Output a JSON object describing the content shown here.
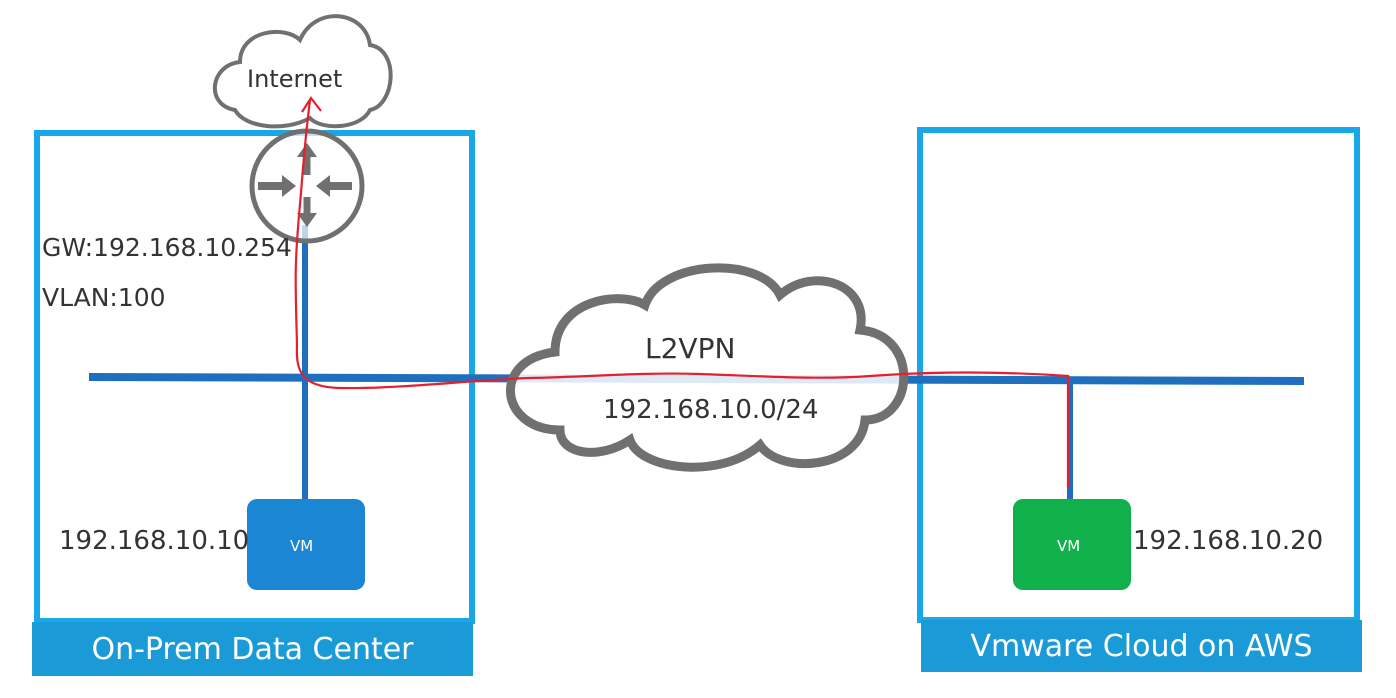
{
  "internet": {
    "label": "Internet"
  },
  "onprem": {
    "title": "On-Prem Data Center",
    "gateway": "GW:192.168.10.254",
    "vlan": "VLAN:100",
    "vm_label": "VM",
    "vm_ip": "192.168.10.10"
  },
  "l2vpn": {
    "label": "L2VPN",
    "subnet": "192.168.10.0/24"
  },
  "aws": {
    "title": "Vmware Cloud on AWS",
    "vm_label": "VM",
    "vm_ip": "192.168.10.20"
  },
  "colors": {
    "box_border": "#1aa7e8",
    "bar": "#1b9ad8",
    "network_line": "#1f6fbf",
    "vm_onprem": "#1b87d4",
    "vm_aws": "#10b04a",
    "trace": "#e4202e",
    "cloud_stroke": "#707070"
  }
}
